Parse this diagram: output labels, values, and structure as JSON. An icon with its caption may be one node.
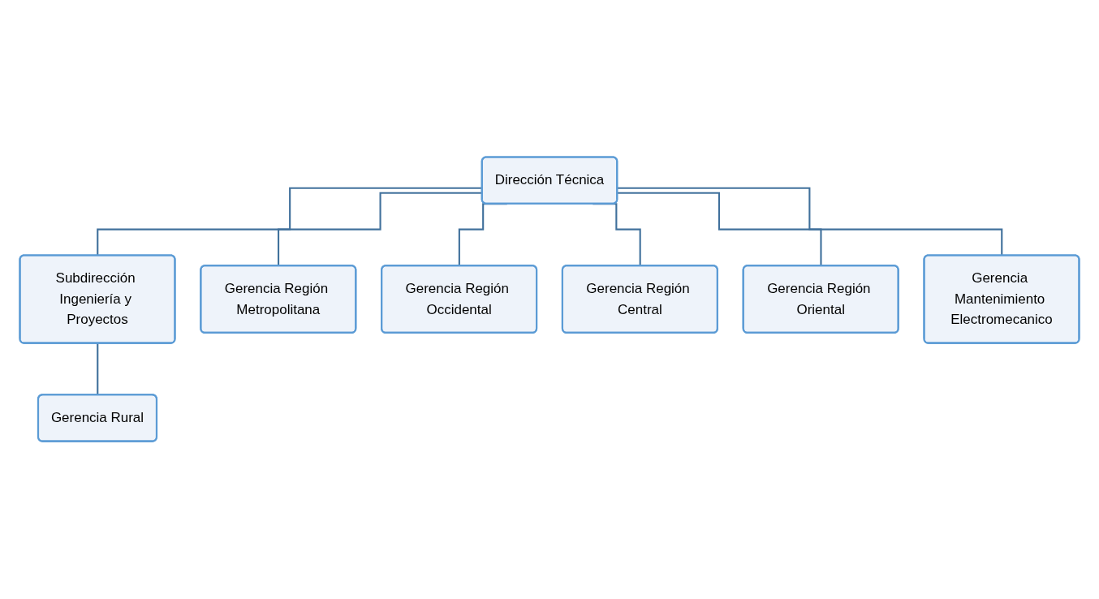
{
  "diagram": {
    "nodes": [
      {
        "text": [
          "Dirección Técnica"
        ]
      },
      {
        "text": [
          "Subdirección Ingeniería y Proyectos"
        ]
      },
      {
        "text": [
          "Gerencia Región Metropolitana"
        ]
      },
      {
        "text": [
          "Gerencia Región Occidental"
        ]
      },
      {
        "text": [
          "Gerencia Región Central"
        ]
      },
      {
        "text": [
          "Gerencia Región Oriental"
        ]
      },
      {
        "text": [
          "Gerencia Mantenimiento Electromecanico"
        ]
      },
      {
        "text": [
          "Gerencia Rural"
        ]
      }
    ],
    "edges": [
      {
        "from": 0,
        "to": 1,
        "arrow": "none"
      },
      {
        "from": 0,
        "to": 2,
        "arrow": "none"
      },
      {
        "from": 0,
        "to": 3,
        "arrow": "none"
      },
      {
        "from": 0,
        "to": 4,
        "arrow": "none"
      },
      {
        "from": 0,
        "to": 5,
        "arrow": "none"
      },
      {
        "from": 0,
        "to": 6,
        "arrow": "none"
      },
      {
        "from": 1,
        "to": 7,
        "arrow": "none"
      }
    ]
  }
}
